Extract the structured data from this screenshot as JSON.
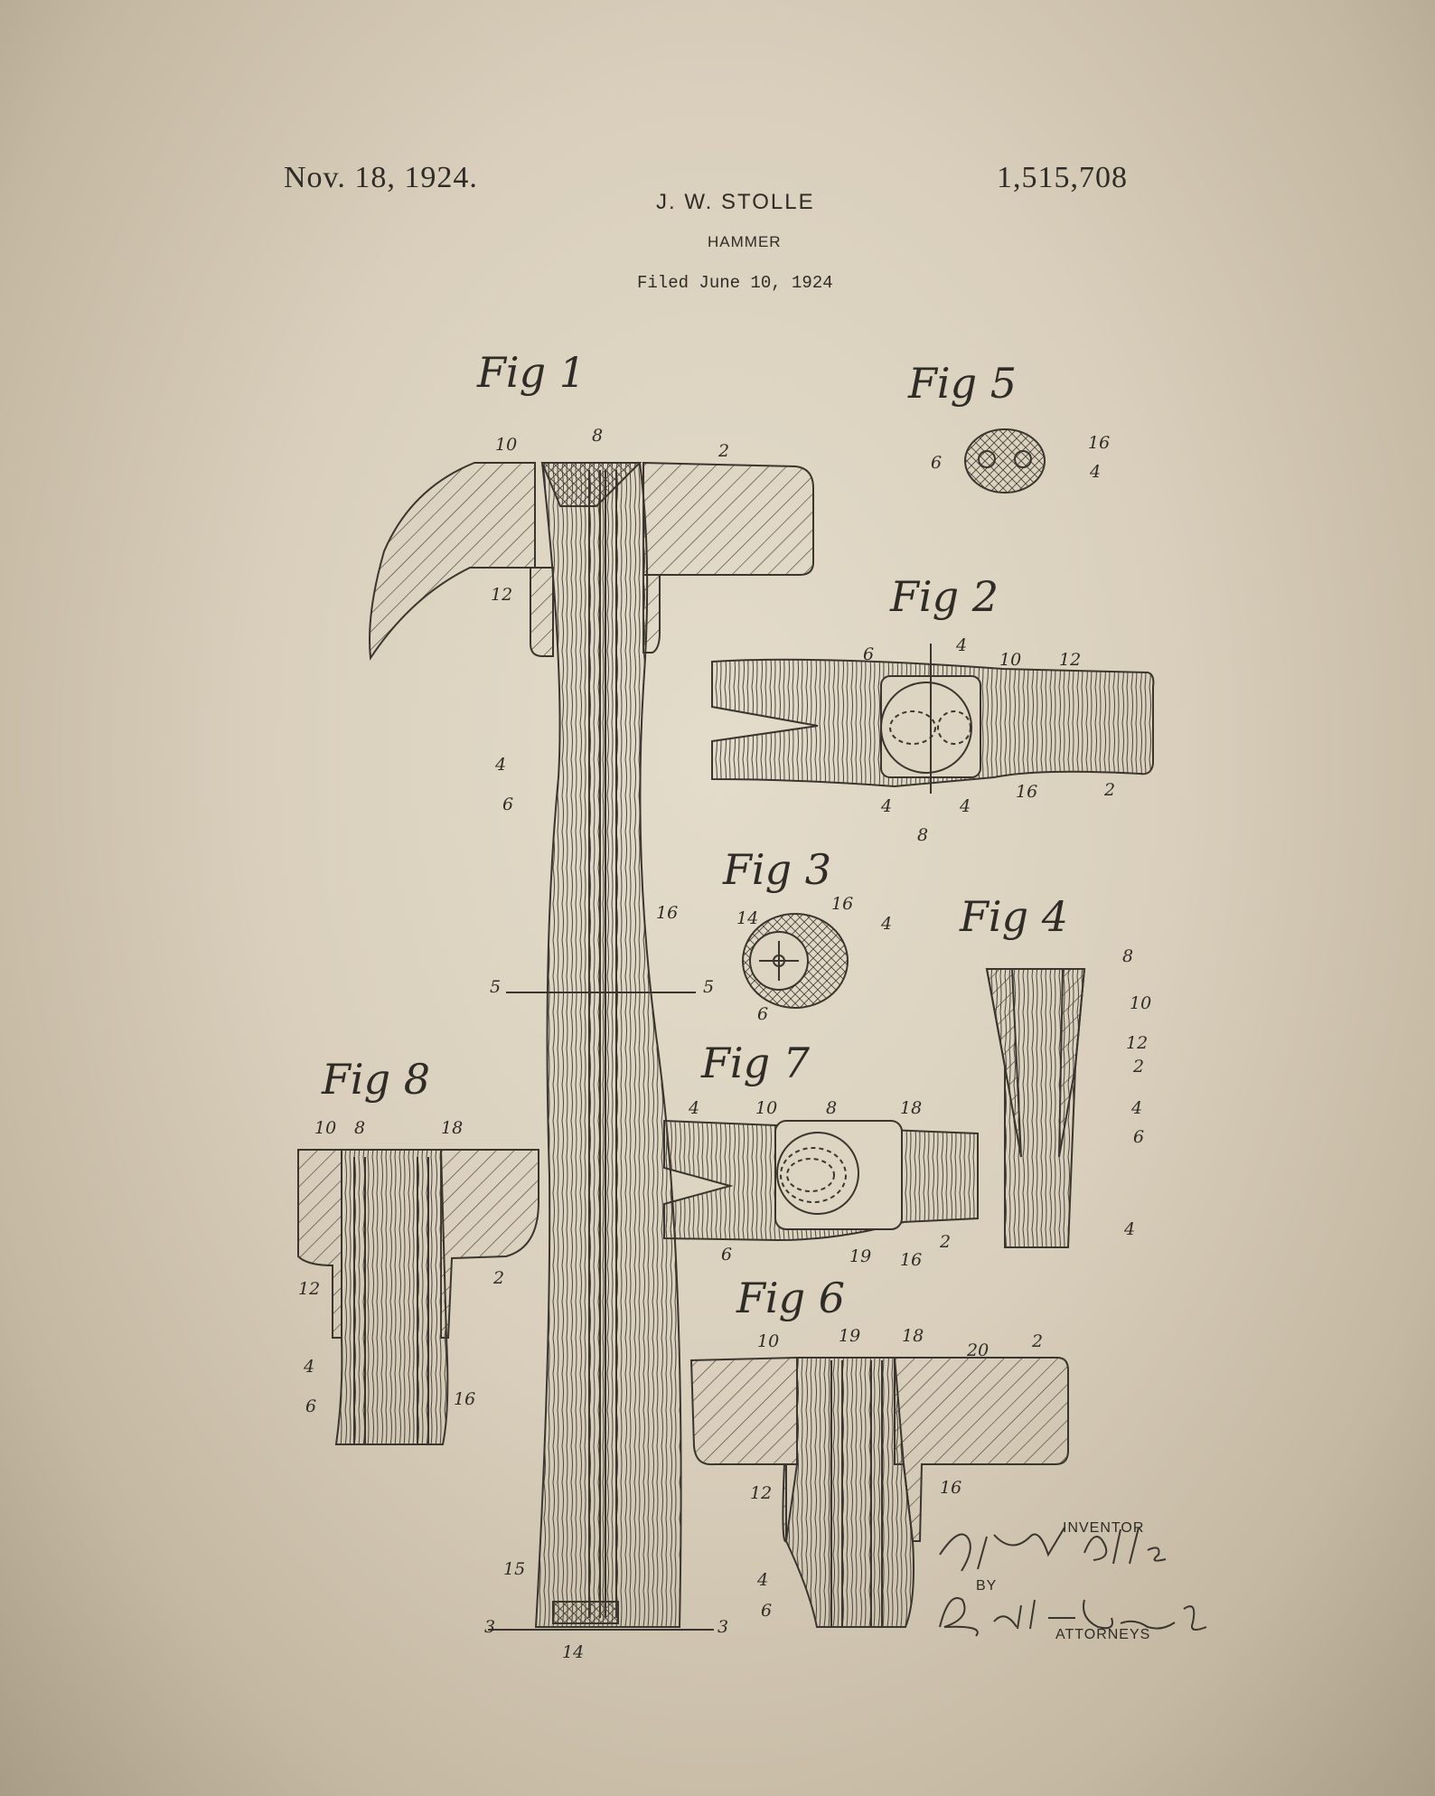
{
  "patent": {
    "date": "Nov. 18, 1924.",
    "number": "1,515,708",
    "inventor": "J. W. STOLLE",
    "title": "HAMMER",
    "filed": "Filed June 10, 1924"
  },
  "figures": [
    "Fig 1",
    "Fig 2",
    "Fig 3",
    "Fig 4",
    "Fig 5",
    "Fig 6",
    "Fig 7",
    "Fig 8"
  ],
  "signature": {
    "inventor_label": "INVENTOR",
    "by_label": "BY",
    "attorneys_label": "ATTORNEYS",
    "inventor_signature": "J. W. Stolle",
    "attorney_signature": "Bartlett Brownell"
  }
}
